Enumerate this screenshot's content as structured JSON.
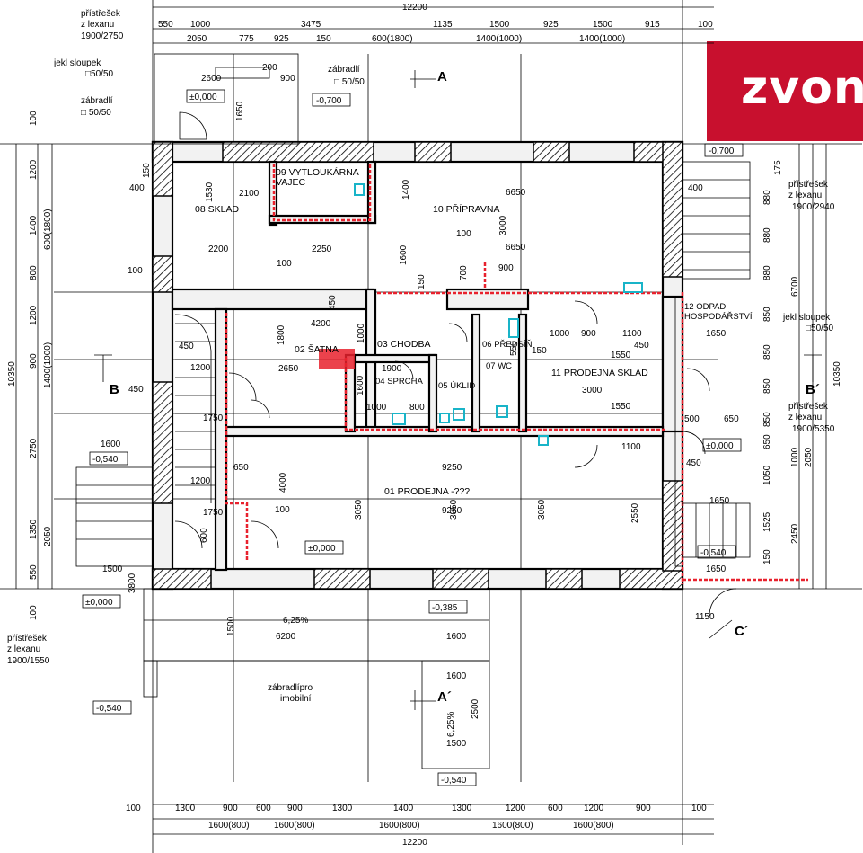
{
  "brand": {
    "logo_text": "zvon",
    "color": "#c8102e"
  },
  "rooms": [
    {
      "id": "r08",
      "label": "08 SKLAD"
    },
    {
      "id": "r09a",
      "label": "09 VYTLOUKÁRNA"
    },
    {
      "id": "r09b",
      "label": "VAJEC"
    },
    {
      "id": "r10",
      "label": "10 PŘÍPRAVNA"
    },
    {
      "id": "r02",
      "label": "02 ŠATNA"
    },
    {
      "id": "r03",
      "label": "03 CHODBA"
    },
    {
      "id": "r06",
      "label": "06 PŘEDSÍŇ"
    },
    {
      "id": "r04",
      "label": "04 SPRCHA"
    },
    {
      "id": "r05",
      "label": "05 ÚKLID"
    },
    {
      "id": "r07",
      "label": "07 WC"
    },
    {
      "id": "r11",
      "label": "11 PRODEJNA SKLAD"
    },
    {
      "id": "r12a",
      "label": "12 ODPAD"
    },
    {
      "id": "r12b",
      "label": "HOSPODÁŘSTVÍ"
    },
    {
      "id": "r01",
      "label": "01 PRODEJNA -???"
    }
  ],
  "notes": [
    {
      "id": "n1a",
      "text": "přístřešek"
    },
    {
      "id": "n1b",
      "text": "z lexanu"
    },
    {
      "id": "n1c",
      "text": "1900/2750"
    },
    {
      "id": "n2a",
      "text": "jekl sloupek"
    },
    {
      "id": "n2b",
      "text": "□50/50"
    },
    {
      "id": "n3a",
      "text": "zábradlí"
    },
    {
      "id": "n3b",
      "text": "□ 50/50"
    },
    {
      "id": "n4a",
      "text": "zábradlí"
    },
    {
      "id": "n4b",
      "text": "□ 50/50"
    },
    {
      "id": "n5a",
      "text": "přístřešek"
    },
    {
      "id": "n5b",
      "text": "z lexanu"
    },
    {
      "id": "n5c",
      "text": "1900/2940"
    },
    {
      "id": "n6a",
      "text": "jekl sloupek"
    },
    {
      "id": "n6b",
      "text": "□50/50"
    },
    {
      "id": "n7a",
      "text": "přístřešek"
    },
    {
      "id": "n7b",
      "text": "z lexanu"
    },
    {
      "id": "n7c",
      "text": "1900/5350"
    },
    {
      "id": "n8a",
      "text": "přístřešek"
    },
    {
      "id": "n8b",
      "text": "z lexanu"
    },
    {
      "id": "n8c",
      "text": "1900/1550"
    },
    {
      "id": "n9a",
      "text": "zábradlípro"
    },
    {
      "id": "n9b",
      "text": "imobilní"
    }
  ],
  "sections": [
    "A",
    "A´",
    "B",
    "B´",
    "C´"
  ],
  "levels": [
    "±0,000",
    "-0,700",
    "-0,700",
    "±0,000",
    "±0,000",
    "±0,000",
    "-0,540",
    "-0,540",
    "-0,385",
    "-0,540",
    "-0,540"
  ],
  "slope": [
    "6,25%",
    "6,25%"
  ],
  "dims_top_total": "12200",
  "dims_top": [
    "550",
    "1000",
    "3475",
    "1135",
    "1500",
    "925",
    "1500",
    "915",
    "100"
  ],
  "dims_top2": [
    "2050",
    "775",
    "925",
    "150",
    "600(1800)",
    "1400(1000)",
    "1400(1000)"
  ],
  "dims_bottom_total": "12200",
  "dims_bottom": [
    "100",
    "1300",
    "900",
    "600",
    "900",
    "1300",
    "1400",
    "1300",
    "1200",
    "600",
    "1200",
    "900",
    "100"
  ],
  "dims_bottom2": [
    "1600(800)",
    "1600(800)",
    "1600(800)",
    "1600(800)",
    "1600(800)"
  ],
  "dims_left_total": "10350",
  "dims_left": [
    "100",
    "1200",
    "1400",
    "800",
    "1200",
    "900",
    "2750",
    "1350",
    "550",
    "100"
  ],
  "dims_left2": [
    "600(1800)",
    "1400(1000)",
    "2050"
  ],
  "dims_right_total": "10350",
  "dims_right": [
    "175",
    "880",
    "880",
    "880",
    "850",
    "850",
    "850",
    "850",
    "650",
    "1050",
    "1525",
    "150"
  ],
  "dims_right2": [
    "6700",
    "1000",
    "2050",
    "2450"
  ],
  "inner_dims": [
    "6650",
    "6650",
    "100",
    "1400",
    "3000",
    "1600",
    "150",
    "900",
    "700",
    "450",
    "4200",
    "1000",
    "1550",
    "450",
    "3000",
    "1550",
    "1100",
    "900",
    "1100",
    "1650",
    "9250",
    "9250",
    "3050",
    "3050",
    "3050",
    "2550",
    "4000",
    "2650",
    "1800",
    "1900",
    "2100",
    "1530",
    "2200",
    "2250",
    "1650",
    "100",
    "2600",
    "900",
    "1650",
    "150",
    "400",
    "200",
    "400",
    "450",
    "1200",
    "1750",
    "1200",
    "1750",
    "650",
    "6200",
    "1500",
    "1600",
    "1600",
    "2500",
    "1500",
    "1600",
    "1500",
    "3800",
    "1150",
    "500",
    "650",
    "450",
    "1650",
    "1000",
    "800",
    "600",
    "550",
    "1000",
    "100",
    "100",
    "1600",
    "450",
    "150"
  ]
}
